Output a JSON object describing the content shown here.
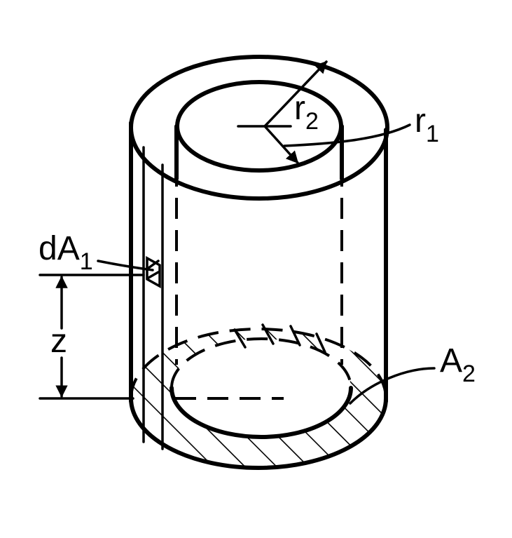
{
  "labels": {
    "r2": {
      "main": "r",
      "sub": "2"
    },
    "r1": {
      "main": "r",
      "sub": "1"
    },
    "dA1": {
      "main": "dA",
      "sub": "1"
    },
    "z": "z",
    "A2": {
      "main": "A",
      "sub": "2"
    }
  }
}
